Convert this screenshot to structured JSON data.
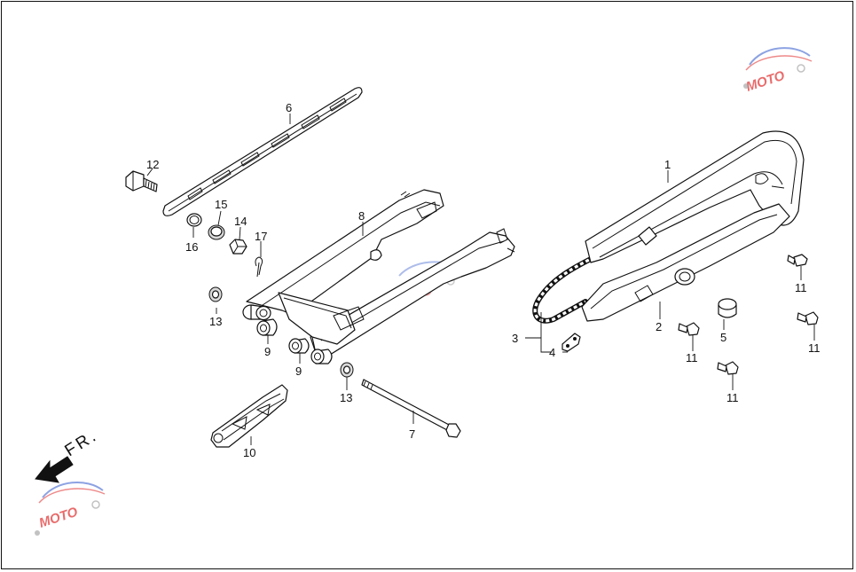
{
  "diagram": {
    "direction_label": "FR.",
    "watermark_text": "MOTO",
    "callouts": [
      {
        "id": "1",
        "label": "1"
      },
      {
        "id": "2",
        "label": "2"
      },
      {
        "id": "3",
        "label": "3"
      },
      {
        "id": "4",
        "label": "4"
      },
      {
        "id": "5",
        "label": "5"
      },
      {
        "id": "6",
        "label": "6"
      },
      {
        "id": "7",
        "label": "7"
      },
      {
        "id": "8",
        "label": "8"
      },
      {
        "id": "9a",
        "label": "9"
      },
      {
        "id": "9b",
        "label": "9"
      },
      {
        "id": "10",
        "label": "10"
      },
      {
        "id": "11a",
        "label": "11"
      },
      {
        "id": "11b",
        "label": "11"
      },
      {
        "id": "11c",
        "label": "11"
      },
      {
        "id": "11d",
        "label": "11"
      },
      {
        "id": "12",
        "label": "12"
      },
      {
        "id": "13a",
        "label": "13"
      },
      {
        "id": "13b",
        "label": "13"
      },
      {
        "id": "14",
        "label": "14"
      },
      {
        "id": "15",
        "label": "15"
      },
      {
        "id": "16",
        "label": "16"
      },
      {
        "id": "17",
        "label": "17"
      }
    ],
    "colors": {
      "line": "#111111",
      "watermark": "#e23a3a",
      "watermark_blue": "#5b7bd6"
    }
  }
}
